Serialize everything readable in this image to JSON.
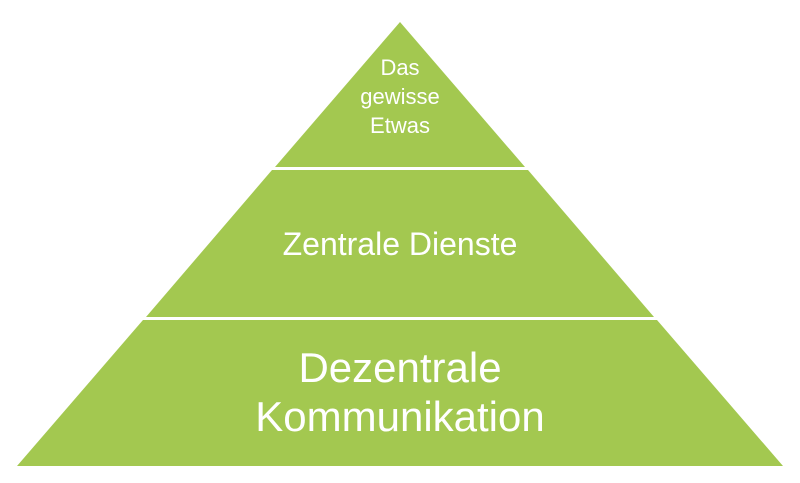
{
  "colors": {
    "tier_fill": "#a3c850",
    "text": "#ffffff"
  },
  "pyramid": {
    "tiers": [
      {
        "lines": [
          "Das",
          "gewisse",
          "Etwas"
        ]
      },
      {
        "lines": [
          "Zentrale Dienste"
        ]
      },
      {
        "lines": [
          "Dezentrale",
          "Kommunikation"
        ]
      }
    ]
  }
}
